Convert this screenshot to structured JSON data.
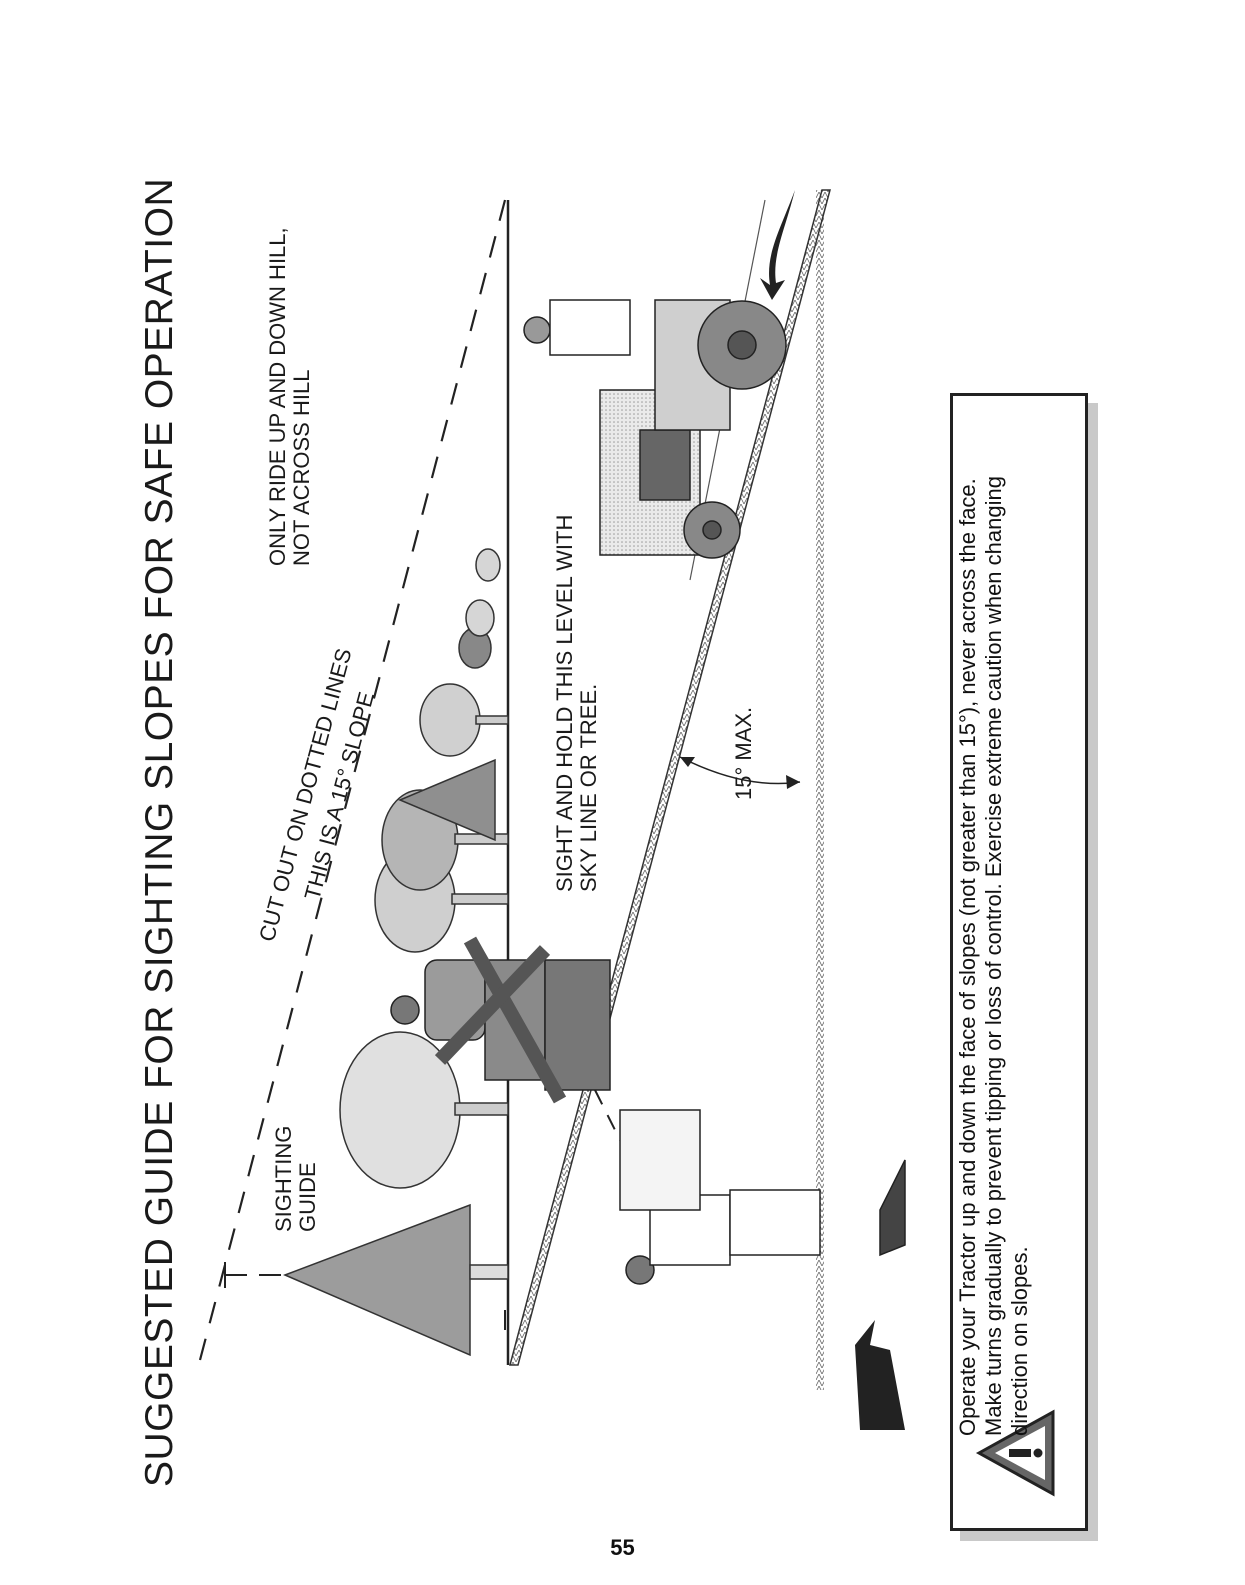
{
  "page": {
    "title": "SUGGESTED GUIDE FOR SIGHTING SLOPES FOR SAFE OPERATION",
    "page_number": "55"
  },
  "diagram": {
    "only_ride_label": "ONLY RIDE UP AND DOWN HILL,\nNOT ACROSS HILL",
    "cut_out_label": "CUT OUT ON DOTTED LINES",
    "this_is_label": "THIS IS A 15° SLOPE",
    "sighting_guide_label": "SIGHTING\nGUIDE",
    "sight_hold_label": "SIGHT AND HOLD THIS LEVEL WITH\nSKY LINE OR TREE.",
    "max_angle_label": "15° MAX."
  },
  "caution": {
    "icon": "warning-triangle-icon",
    "text": "Operate your Tractor up and down the face of slopes (not greater than 15°), never across the face. Make turns gradually to prevent tipping or loss of control. Exercise extreme caution when changing direction on slopes."
  }
}
